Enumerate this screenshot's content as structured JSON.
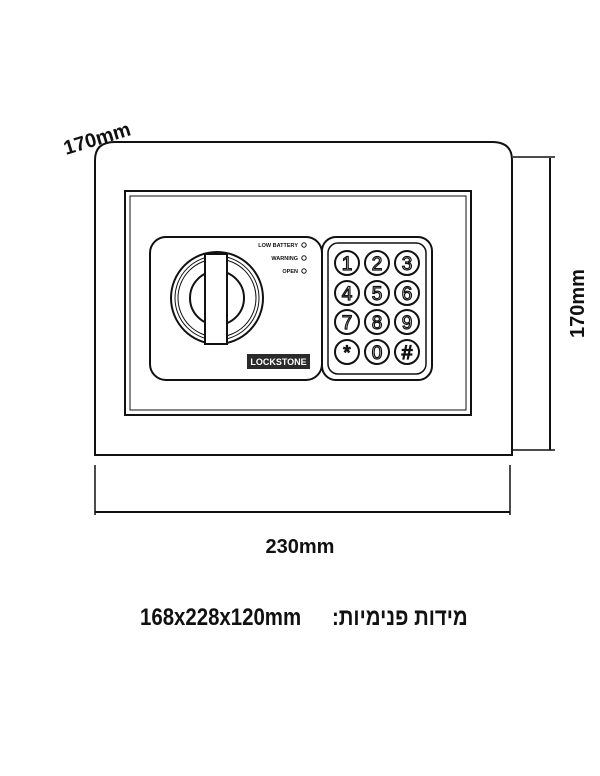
{
  "dimensions": {
    "depth": "170mm",
    "height": "170mm",
    "width": "230mm"
  },
  "safe": {
    "indicators": [
      "LOW BATTERY",
      "WARNING",
      "OPEN"
    ],
    "brand": "LOCKSTONE",
    "keys": [
      "1",
      "2",
      "3",
      "4",
      "5",
      "6",
      "7",
      "8",
      "9",
      "*",
      "0",
      "#"
    ]
  },
  "internal": {
    "label": "מידות פנימיות:",
    "value": "168x228x120mm"
  }
}
